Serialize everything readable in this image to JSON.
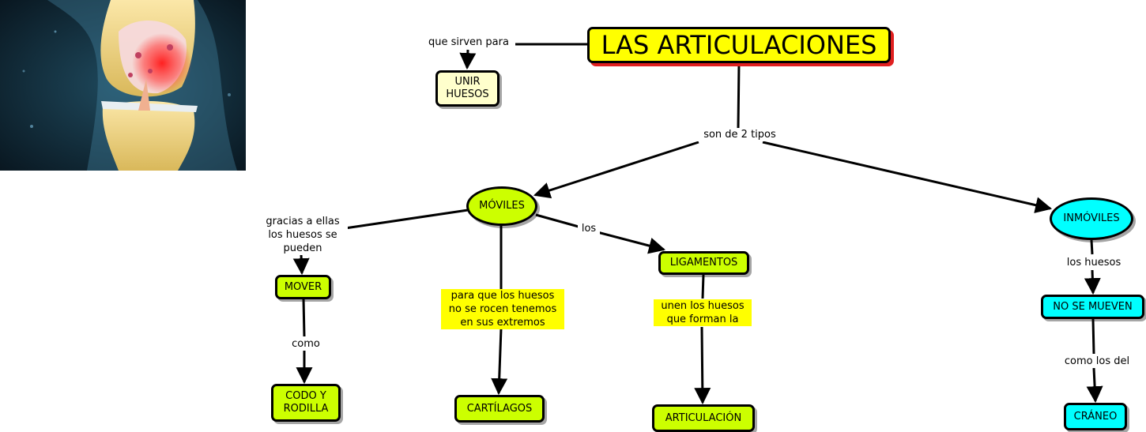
{
  "title": "LAS ARTICULACIONES",
  "nodes": {
    "unir": "UNIR\nHUESOS",
    "moviles": "MÓVILES",
    "inmoviles": "INMÓVILES",
    "mover": "MOVER",
    "codo": "CODO Y\nRODILLA",
    "cartilagos": "CARTÍLAGOS",
    "ligamentos": "LIGAMENTOS",
    "articulacion": "ARTICULACIÓN",
    "no_se_mueven": "NO SE MUEVEN",
    "craneo": "CRÁNEO"
  },
  "links": {
    "que_sirven": "que sirven para",
    "dos_tipos": "son de 2 tipos",
    "gracias": "gracias a ellas\nlos huesos se\npueden",
    "como": "como",
    "para_que": "para que los huesos\nno se rocen tenemos\nen sus extremos",
    "los": "los",
    "unen": "unen los huesos\nque forman la",
    "los_huesos": "los huesos",
    "como_los_del": "como los del"
  },
  "colors": {
    "title_fill": "#ffff00",
    "title_shadow": "#e02020",
    "pale_fill": "#ffffcc",
    "green_fill": "#ccff00",
    "cyan_fill": "#00ffff",
    "label_highlight": "#ffff00"
  },
  "image": {
    "subject": "knee-joint-illustration"
  }
}
